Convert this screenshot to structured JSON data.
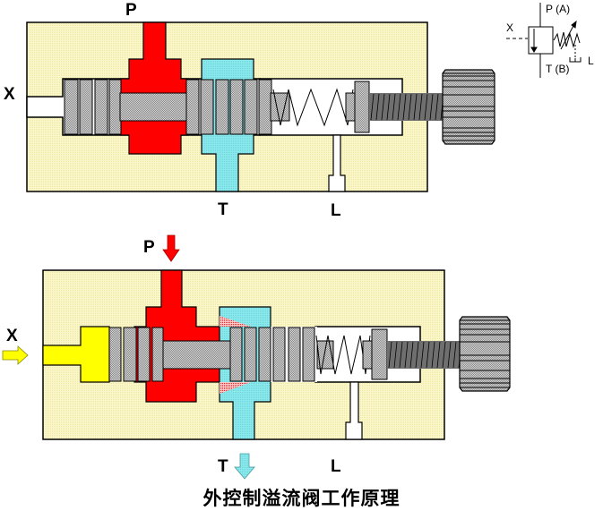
{
  "caption": "外控制溢流阀工作原理",
  "colors": {
    "body": "#fbf6c0",
    "pressure": "#ff0000",
    "tank": "#88e6ea",
    "pilot": "#ffff00",
    "spool": "#c0c0c0",
    "screw": "#707070"
  },
  "top_diagram": {
    "state": "closed",
    "labels": {
      "p": "P",
      "t": "T",
      "x": "X",
      "l": "L"
    }
  },
  "bottom_diagram": {
    "state": "open (pilot pressure applied)",
    "labels": {
      "p": "P",
      "t": "T",
      "x": "X",
      "l": "L"
    },
    "flow_arrows": [
      "pilot-in-x",
      "pressure-in-p",
      "tank-out-t"
    ]
  },
  "symbol": {
    "port_top": "P (A)",
    "port_bottom": "T (B)",
    "pilot": "X",
    "drain": "L"
  }
}
